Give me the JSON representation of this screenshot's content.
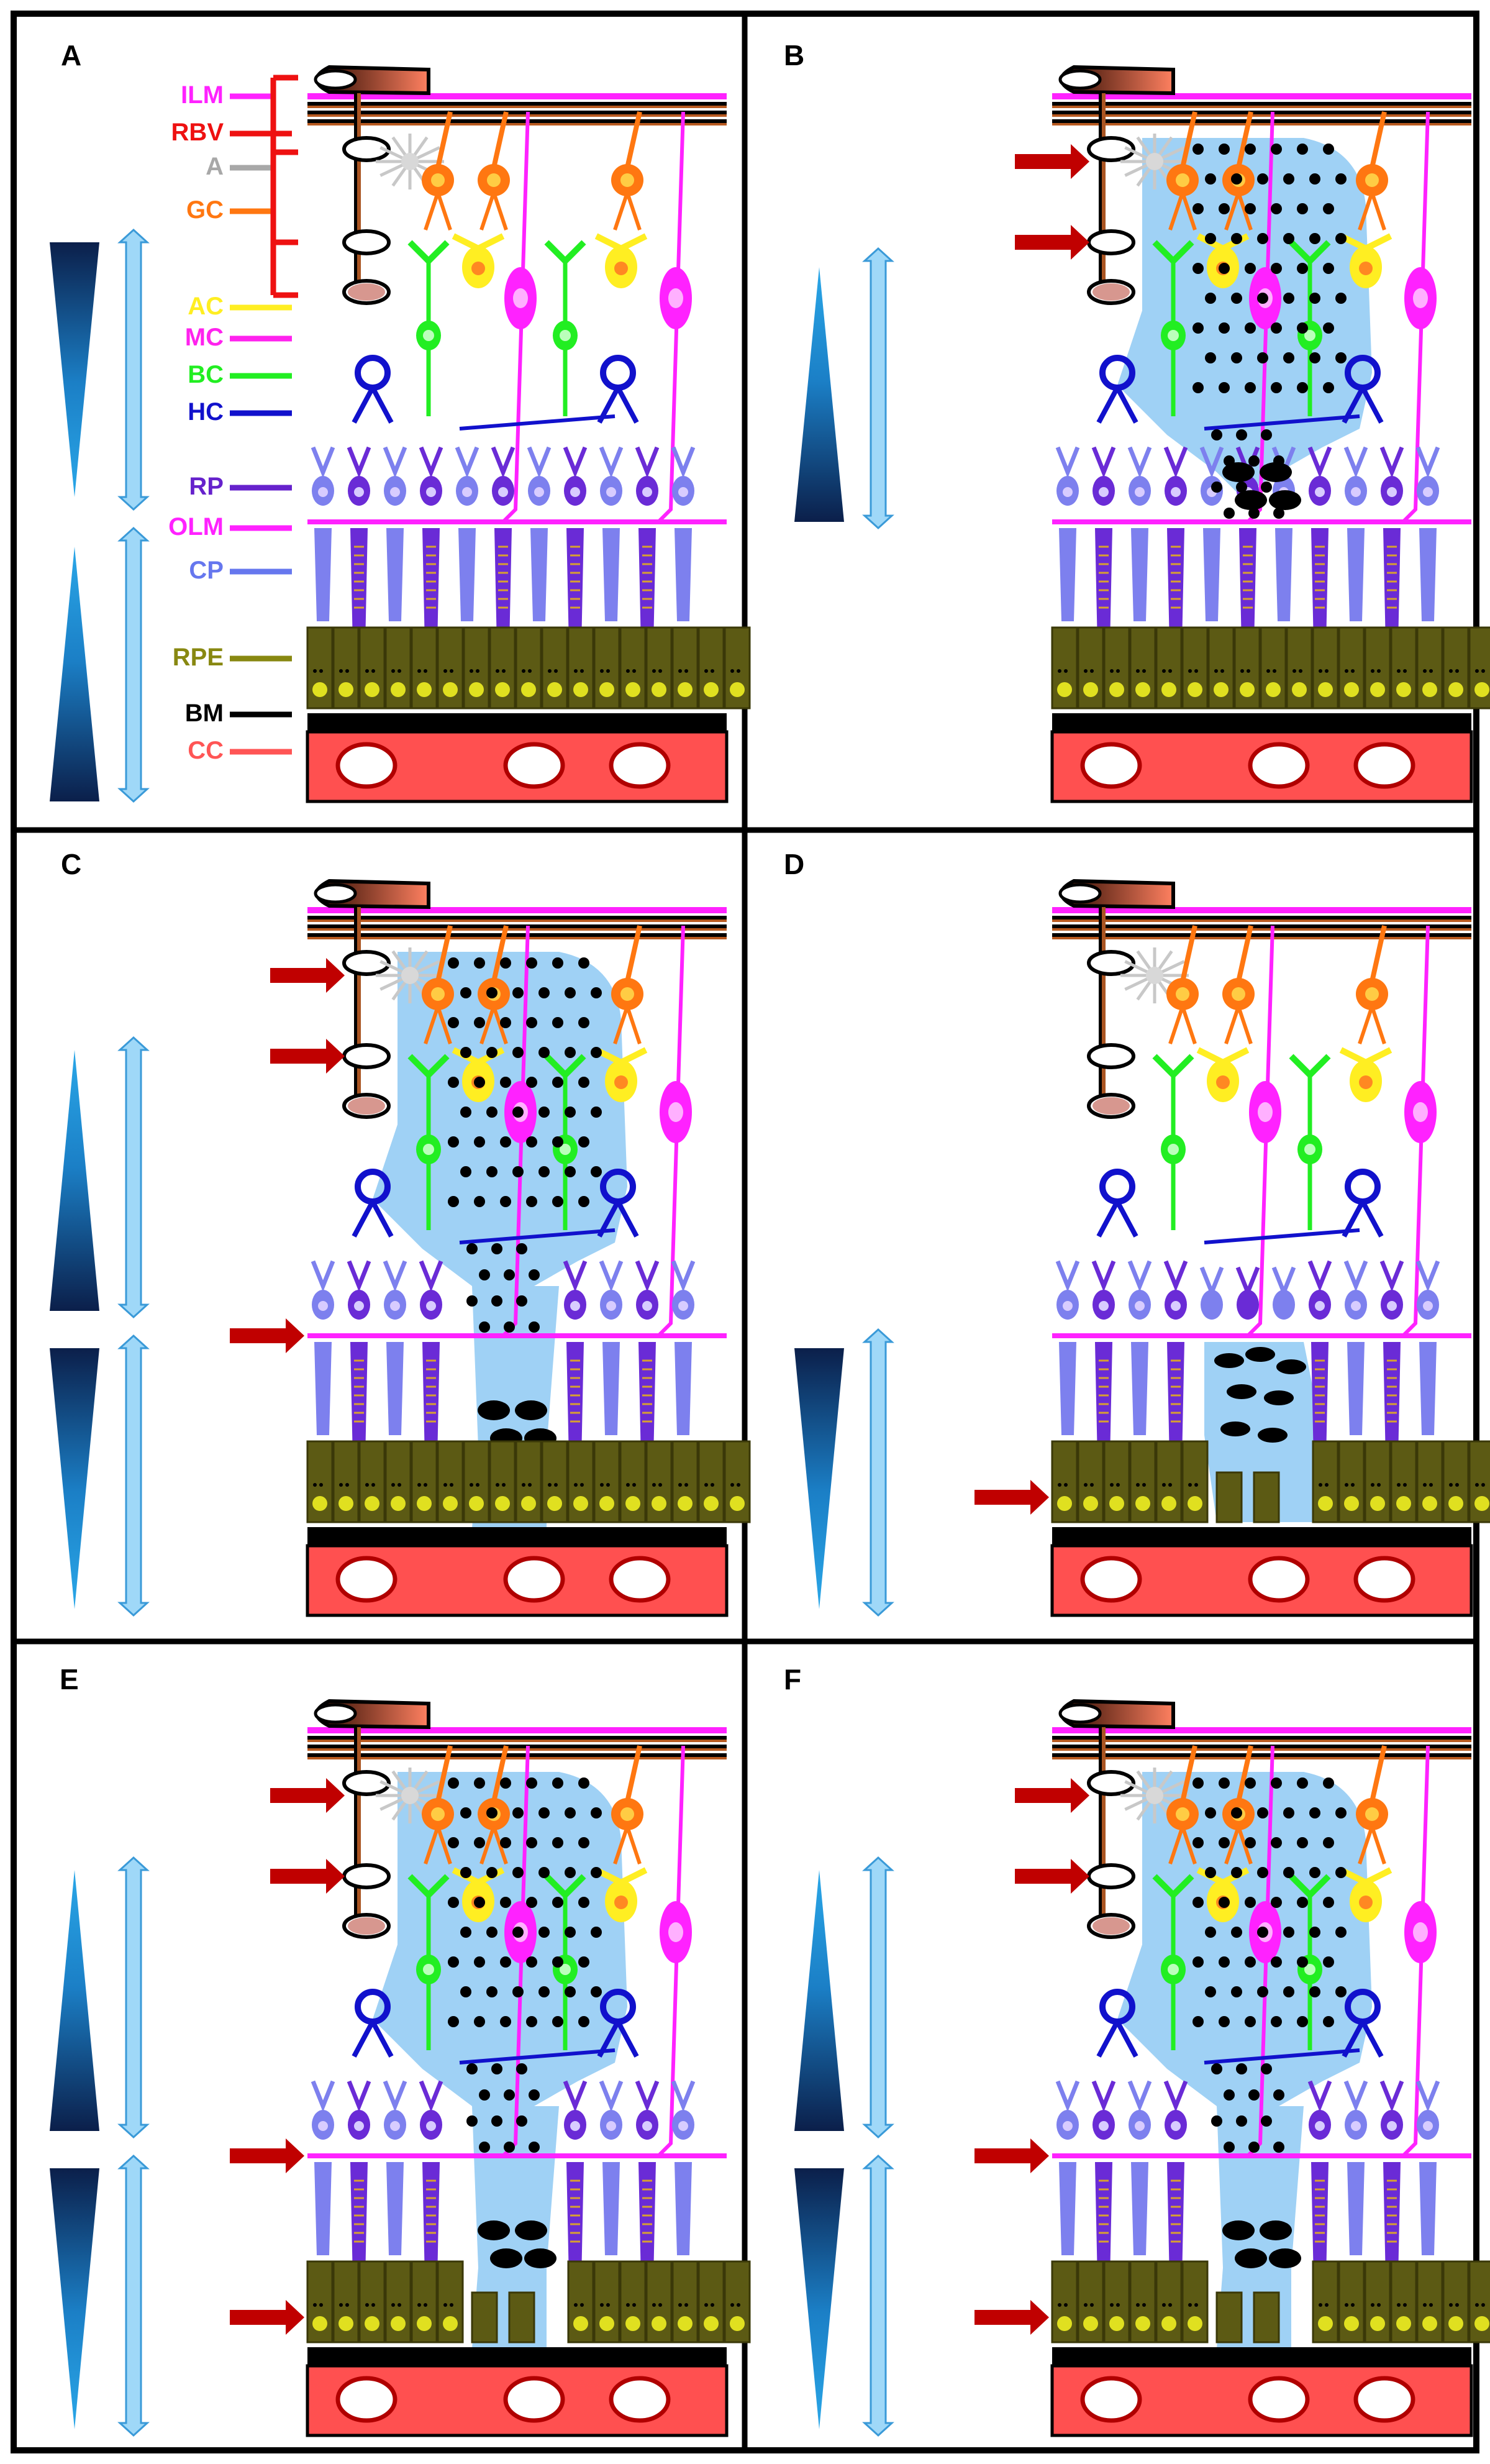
{
  "panels": [
    {
      "letter": "A",
      "variant": "normal"
    },
    {
      "letter": "B",
      "variant": "inner"
    },
    {
      "letter": "C",
      "variant": "inner-olm"
    },
    {
      "letter": "D",
      "variant": "outer"
    },
    {
      "letter": "E",
      "variant": "inner-olm-rpe"
    },
    {
      "letter": "F",
      "variant": "full"
    }
  ],
  "legend": [
    {
      "key": "ILM",
      "color": "#ff22ff"
    },
    {
      "key": "RBV",
      "color": "#ee1111"
    },
    {
      "key": "A",
      "color": "#a8a8a8"
    },
    {
      "key": "GC",
      "color": "#ff7711"
    },
    {
      "key": "AC",
      "color": "#ffee22"
    },
    {
      "key": "MC",
      "color": "#ff22ee"
    },
    {
      "key": "BC",
      "color": "#22ee22"
    },
    {
      "key": "HC",
      "color": "#1111cc"
    },
    {
      "key": "RP",
      "color": "#6622cc"
    },
    {
      "key": "OLM",
      "color": "#ff22ff"
    },
    {
      "key": "CP",
      "color": "#6677ee"
    },
    {
      "key": "RPE",
      "color": "#888811"
    },
    {
      "key": "BM",
      "color": "#000000"
    },
    {
      "key": "CC",
      "color": "#ff5555"
    }
  ],
  "colors": {
    "edema": "#9fd1f5",
    "arrow": "#c00000",
    "choroid": "#ff5050",
    "rpe": "#5c5a14",
    "rod": "#6a2bd6",
    "cone": "#7d80ee",
    "muller": "#ff22ff",
    "gradient_light": "#2aa7e8",
    "gradient_dark": "#0b1f4a",
    "vertical_arrow": "#9fd8f8"
  }
}
